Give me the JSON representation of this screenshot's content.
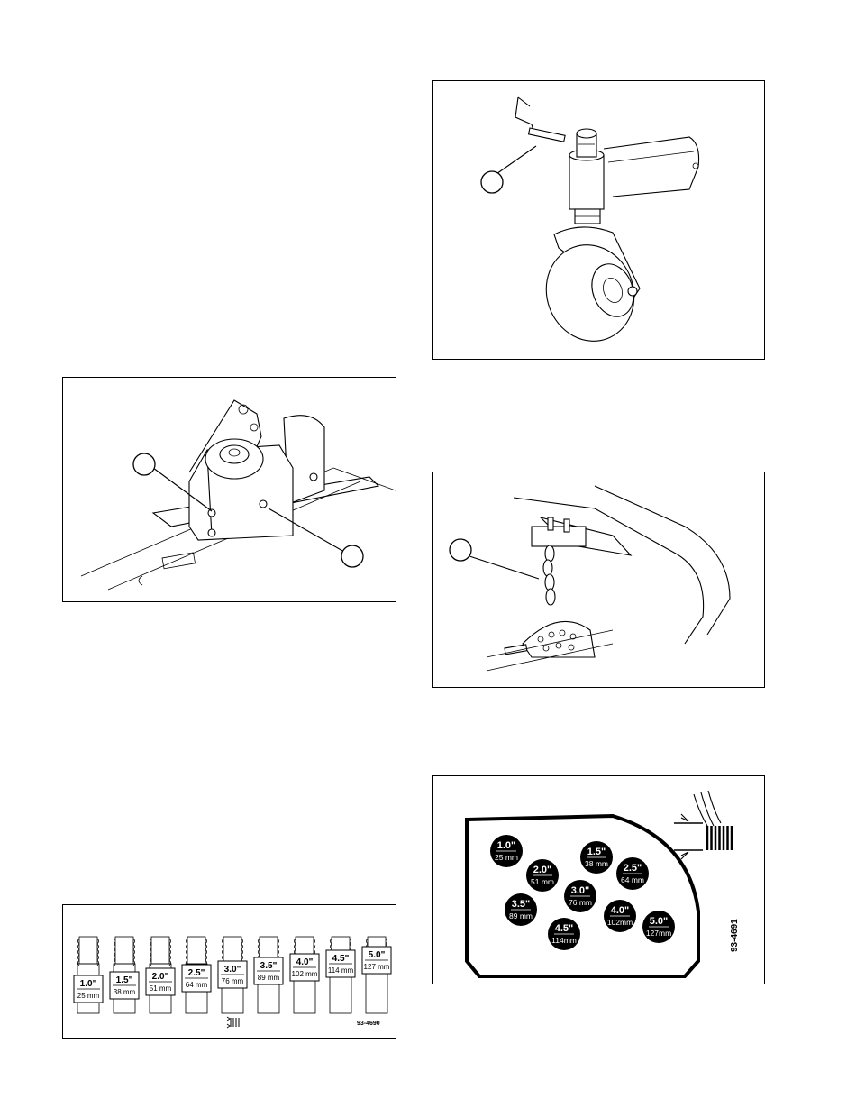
{
  "heights": [
    {
      "inch": "1.0\"",
      "mm": "25 mm"
    },
    {
      "inch": "1.5\"",
      "mm": "38 mm"
    },
    {
      "inch": "2.0\"",
      "mm": "51 mm"
    },
    {
      "inch": "2.5\"",
      "mm": "64 mm"
    },
    {
      "inch": "3.0\"",
      "mm": "76 mm"
    },
    {
      "inch": "3.5\"",
      "mm": "89 mm"
    },
    {
      "inch": "4.0\"",
      "mm": "102 mm"
    },
    {
      "inch": "4.5\"",
      "mm": "114 mm"
    },
    {
      "inch": "5.0\"",
      "mm": "127 mm"
    }
  ],
  "decal_heights": [
    {
      "inch": "1.0\"",
      "mm": "25 mm"
    },
    {
      "inch": "2.0\"",
      "mm": "51 mm"
    },
    {
      "inch": "1.5\"",
      "mm": "38 mm"
    },
    {
      "inch": "2.5\"",
      "mm": "64 mm"
    },
    {
      "inch": "3.0\"",
      "mm": "76 mm"
    },
    {
      "inch": "3.5\"",
      "mm": "89 mm"
    },
    {
      "inch": "4.0\"",
      "mm": "102mm"
    },
    {
      "inch": "4.5\"",
      "mm": "114mm"
    },
    {
      "inch": "5.0\"",
      "mm": "127mm"
    }
  ],
  "part_numbers": {
    "gauge_decal": "93-4690",
    "deck_decal": "93-4691"
  }
}
